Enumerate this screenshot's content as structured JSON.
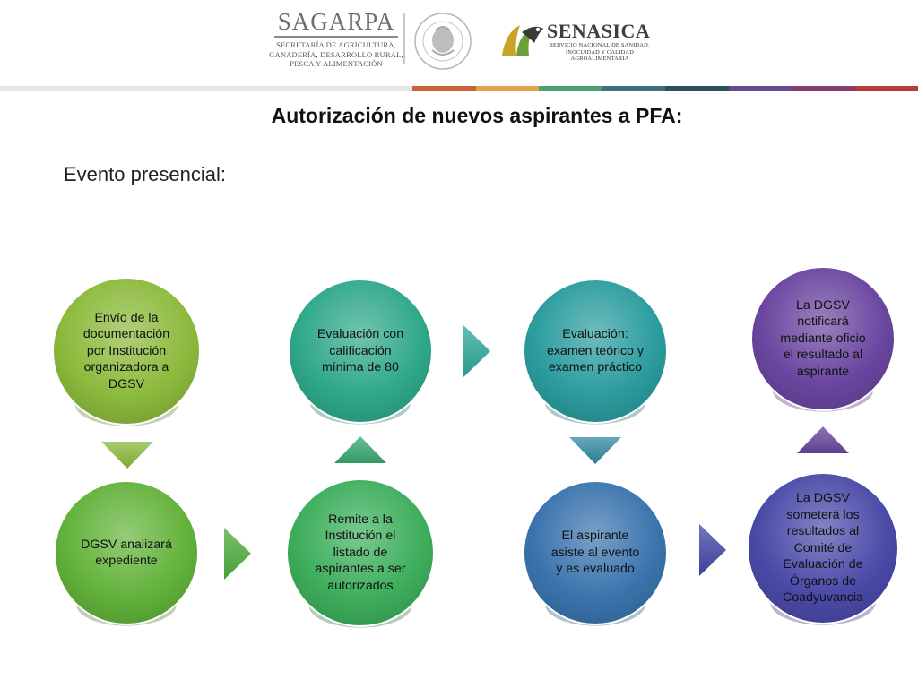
{
  "header": {
    "sagarpa": {
      "name": "SAGARPA",
      "subtitle_lines": [
        "SECRETARÍA DE AGRICULTURA,",
        "GANADERÍA, DESARROLLO RURAL,",
        "PESCA Y ALIMENTACIÓN"
      ]
    },
    "senasica": {
      "name": "SENASICA",
      "subtitle_lines": [
        "SERVICIO NACIONAL DE SANIDAD,",
        "INOCUIDAD Y CALIDAD",
        "AGROALIMENTARIA"
      ]
    },
    "stripe_colors": [
      "#c8633a",
      "#e0a44a",
      "#4e9e6f",
      "#3e6f7e",
      "#2b4f5b",
      "#6a4a8c",
      "#8a3b73",
      "#b83a3a"
    ]
  },
  "title": "Autorización de nuevos aspirantes a PFA:",
  "subtitle": "Evento presencial:",
  "flow": {
    "nodes": [
      {
        "id": "n1",
        "lines": [
          "Envío de la",
          "documentación",
          "por Institución",
          "organizadora a",
          "DGSV"
        ],
        "color": "#8cba3c"
      },
      {
        "id": "n2",
        "lines": [
          "DGSV analizará",
          "expediente"
        ],
        "color": "#62b23a"
      },
      {
        "id": "n3",
        "lines": [
          "Remite a la",
          "Institución el",
          "listado de",
          "aspirantes a ser",
          "autorizados"
        ],
        "color": "#3dae5c"
      },
      {
        "id": "n4",
        "lines": [
          "Evaluación con",
          "calificación",
          "mínima de 80"
        ],
        "color": "#2fa88a"
      },
      {
        "id": "n5",
        "lines": [
          "Evaluación:",
          "examen teórico y",
          "examen práctico"
        ],
        "color": "#2b9c9e"
      },
      {
        "id": "n6",
        "lines": [
          "El aspirante",
          "asiste al evento",
          "y es evaluado"
        ],
        "color": "#3a74ad"
      },
      {
        "id": "n7",
        "lines": [
          "La DGSV",
          "someterá los",
          "resultados al",
          "Comité de",
          "Evaluación de",
          "Órganos de",
          "Coadyuvancia"
        ],
        "color": "#4a4aa8"
      },
      {
        "id": "n8",
        "lines": [
          "La DGSV",
          "notificará",
          "mediante oficio",
          "el resultado al",
          "aspirante"
        ],
        "color": "#6a46a0"
      }
    ],
    "arrows": [
      {
        "id": "a1",
        "from": "n1",
        "to": "n2",
        "direction": "down",
        "color": "#8cba3c"
      },
      {
        "id": "a2",
        "from": "n2",
        "to": "n3",
        "direction": "right",
        "color": "#4fae3c"
      },
      {
        "id": "a3",
        "from": "n3",
        "to": "n4",
        "direction": "up",
        "color": "#38aa72"
      },
      {
        "id": "a4",
        "from": "n4",
        "to": "n5",
        "direction": "right",
        "color": "#2eaa9a"
      },
      {
        "id": "a5",
        "from": "n5",
        "to": "n6",
        "direction": "down",
        "color": "#338aa6"
      },
      {
        "id": "a6",
        "from": "n6",
        "to": "n7",
        "direction": "right",
        "color": "#4448a8"
      },
      {
        "id": "a7",
        "from": "n7",
        "to": "n8",
        "direction": "up",
        "color": "#6a46a0"
      }
    ]
  }
}
